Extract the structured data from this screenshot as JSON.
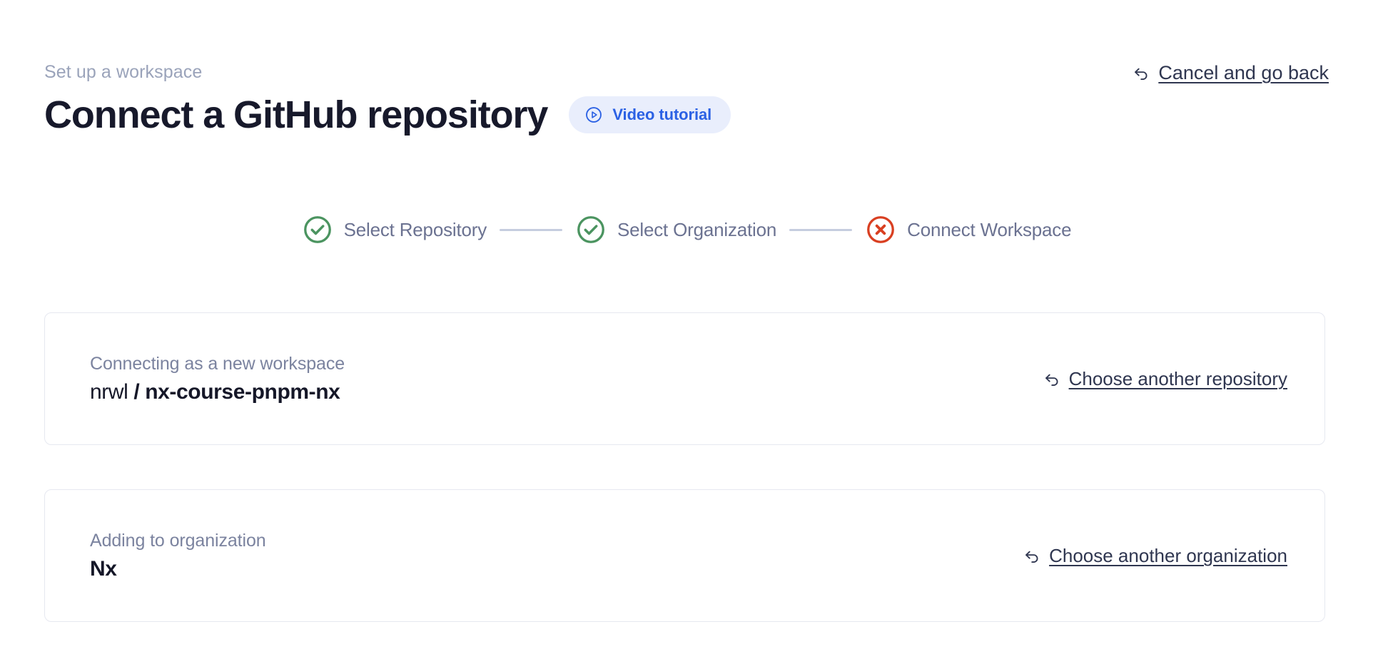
{
  "header": {
    "eyebrow": "Set up a workspace",
    "title": "Connect a GitHub repository",
    "video_badge": {
      "label": "Video tutorial",
      "icon": "play-circle-icon",
      "bg": "#e9eefc",
      "fg": "#2b61e4"
    },
    "cancel": {
      "label": "Cancel and go back",
      "icon": "arrow-uturn-left-icon"
    }
  },
  "stepper": {
    "steps": [
      {
        "label": "Select Repository",
        "state": "complete",
        "icon": "check-circle-icon",
        "color": "#4b9460"
      },
      {
        "label": "Select Organization",
        "state": "complete",
        "icon": "check-circle-icon",
        "color": "#4b9460"
      },
      {
        "label": "Connect Workspace",
        "state": "error",
        "icon": "x-circle-icon",
        "color": "#d93f21"
      }
    ],
    "connector_color": "#c6cddf",
    "label_color": "#6b7291"
  },
  "cards": [
    {
      "caption": "Connecting as a new workspace",
      "value": {
        "owner": "nrwl",
        "separator": "/",
        "name": "nx-course-pnpm-nx"
      },
      "action": {
        "label": "Choose another repository",
        "icon": "arrow-uturn-left-icon"
      }
    },
    {
      "caption": "Adding to organization",
      "value": {
        "name": "Nx"
      },
      "action": {
        "label": "Choose another organization",
        "icon": "arrow-uturn-left-icon"
      }
    }
  ]
}
